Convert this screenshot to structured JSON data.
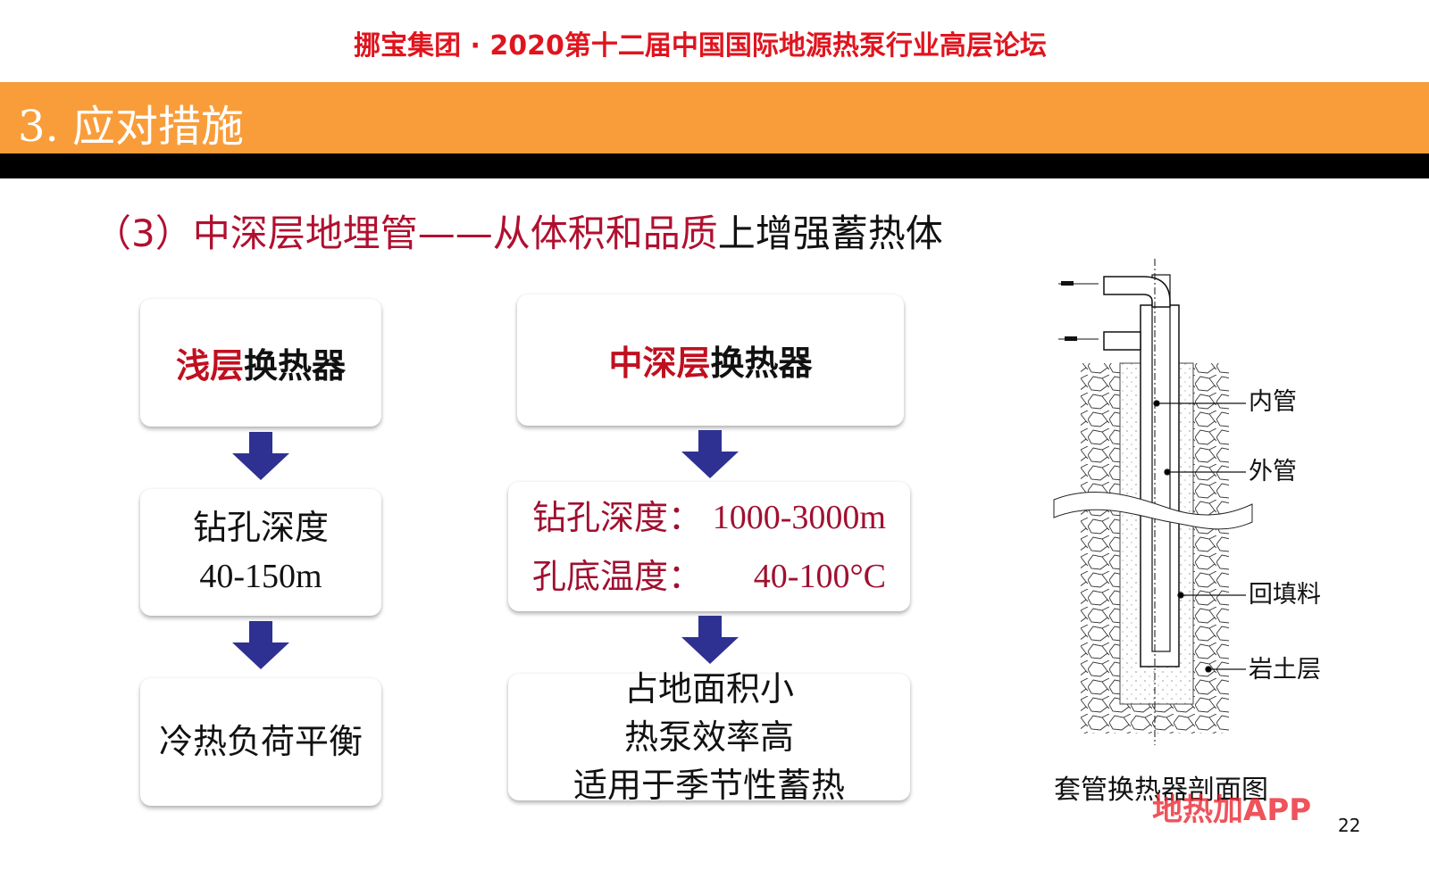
{
  "header": {
    "title": "挪宝集团 · 2020第十二届中国国际地源热泵行业高层论坛"
  },
  "section": {
    "title": "3. 应对措施"
  },
  "subtitle": {
    "red_part": "（3）中深层地埋管——从体积和品质",
    "black_part": "上增强蓄热体"
  },
  "shallow": {
    "heading_red": "浅层",
    "heading_black": "换热器",
    "depth_label": "钻孔深度",
    "depth_value": "40-150m",
    "benefit": "冷热负荷平衡"
  },
  "deep": {
    "heading_red": "中深层",
    "heading_black": "换热器",
    "depth_label": "钻孔深度：",
    "depth_value": "1000-3000m",
    "temp_label": "孔底温度：",
    "temp_value": "40-100°C",
    "benefits": [
      "占地面积小",
      "热泵效率高",
      "适用于季节性蓄热"
    ]
  },
  "diagram": {
    "labels": [
      "内管",
      "外管",
      "回填料",
      "岩土层"
    ],
    "caption": "套管换热器剖面图"
  },
  "watermark": "地热加APP",
  "page_number": "22",
  "colors": {
    "band": "#f99d3a",
    "title_red": "#e0141e",
    "dark_red": "#a01030",
    "arrow": "#2e3192"
  }
}
